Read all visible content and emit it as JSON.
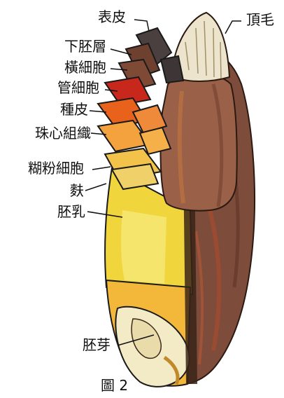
{
  "labels": {
    "epidermis": "表皮",
    "top_hair": "頂毛",
    "hypodermis": "下胚層",
    "cross_cells": "橫細胞",
    "tube_cells": "管細胞",
    "seed_coat": "種皮",
    "nucellus": "珠心組織",
    "aleurone": "糊粉細胞",
    "bran": "麩",
    "endosperm": "胚乳",
    "germ": "胚芽"
  },
  "caption": "圖 2",
  "colors": {
    "husk": "#8a5a45",
    "husk_dark": "#5e3a2c",
    "endosperm": "#f2dc45",
    "germ": "#f5ecc8",
    "seed_coat": "#e8621c",
    "hair": "#ece4cc"
  }
}
